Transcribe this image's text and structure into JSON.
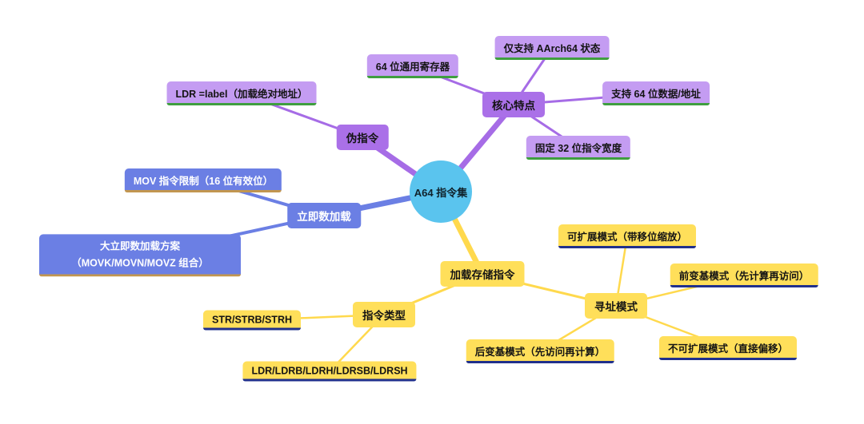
{
  "colors": {
    "root_fill": "#5ac4ee",
    "branch_purple": "#aa70e8",
    "leaf_purple": "#c49cf2",
    "underline_green": "#3f9e3f",
    "branch_blue": "#6b7fe4",
    "underline_tan": "#c2964f",
    "yellow": "#ffdf5a",
    "underline_navy": "#20308c",
    "edge_purple": "#a66ce6",
    "edge_blue": "#6b7fe4",
    "edge_yellow": "#ffd94d"
  },
  "root": {
    "label": "A64 指令集"
  },
  "branches": {
    "core": {
      "label": "核心特点",
      "children": [
        {
          "label": "仅支持 AArch64 状态"
        },
        {
          "label": "64 位通用寄存器"
        },
        {
          "label": "支持 64 位数据/地址"
        },
        {
          "label": "固定 32 位指令宽度"
        }
      ]
    },
    "pseudo": {
      "label": "伪指令",
      "children": [
        {
          "label": "LDR =label（加载绝对地址）"
        }
      ]
    },
    "immediate": {
      "label": "立即数加载",
      "children": [
        {
          "label": "MOV 指令限制（16 位有效位）"
        },
        {
          "line1": "大立即数加载方案",
          "line2": "（MOVK/MOVN/MOVZ 组合）"
        }
      ]
    },
    "loadstore": {
      "label": "加载存储指令",
      "children": {
        "types": {
          "label": "指令类型",
          "children": [
            {
              "label": "STR/STRB/STRH"
            },
            {
              "label": "LDR/LDRB/LDRH/LDRSB/LDRSH"
            }
          ]
        },
        "addressing": {
          "label": "寻址模式",
          "children": [
            {
              "label": "可扩展模式（带移位缩放）"
            },
            {
              "label": "前变基模式（先计算再访问）"
            },
            {
              "label": "后变基模式（先访问再计算）"
            },
            {
              "label": "不可扩展模式（直接偏移）"
            }
          ]
        }
      }
    }
  }
}
